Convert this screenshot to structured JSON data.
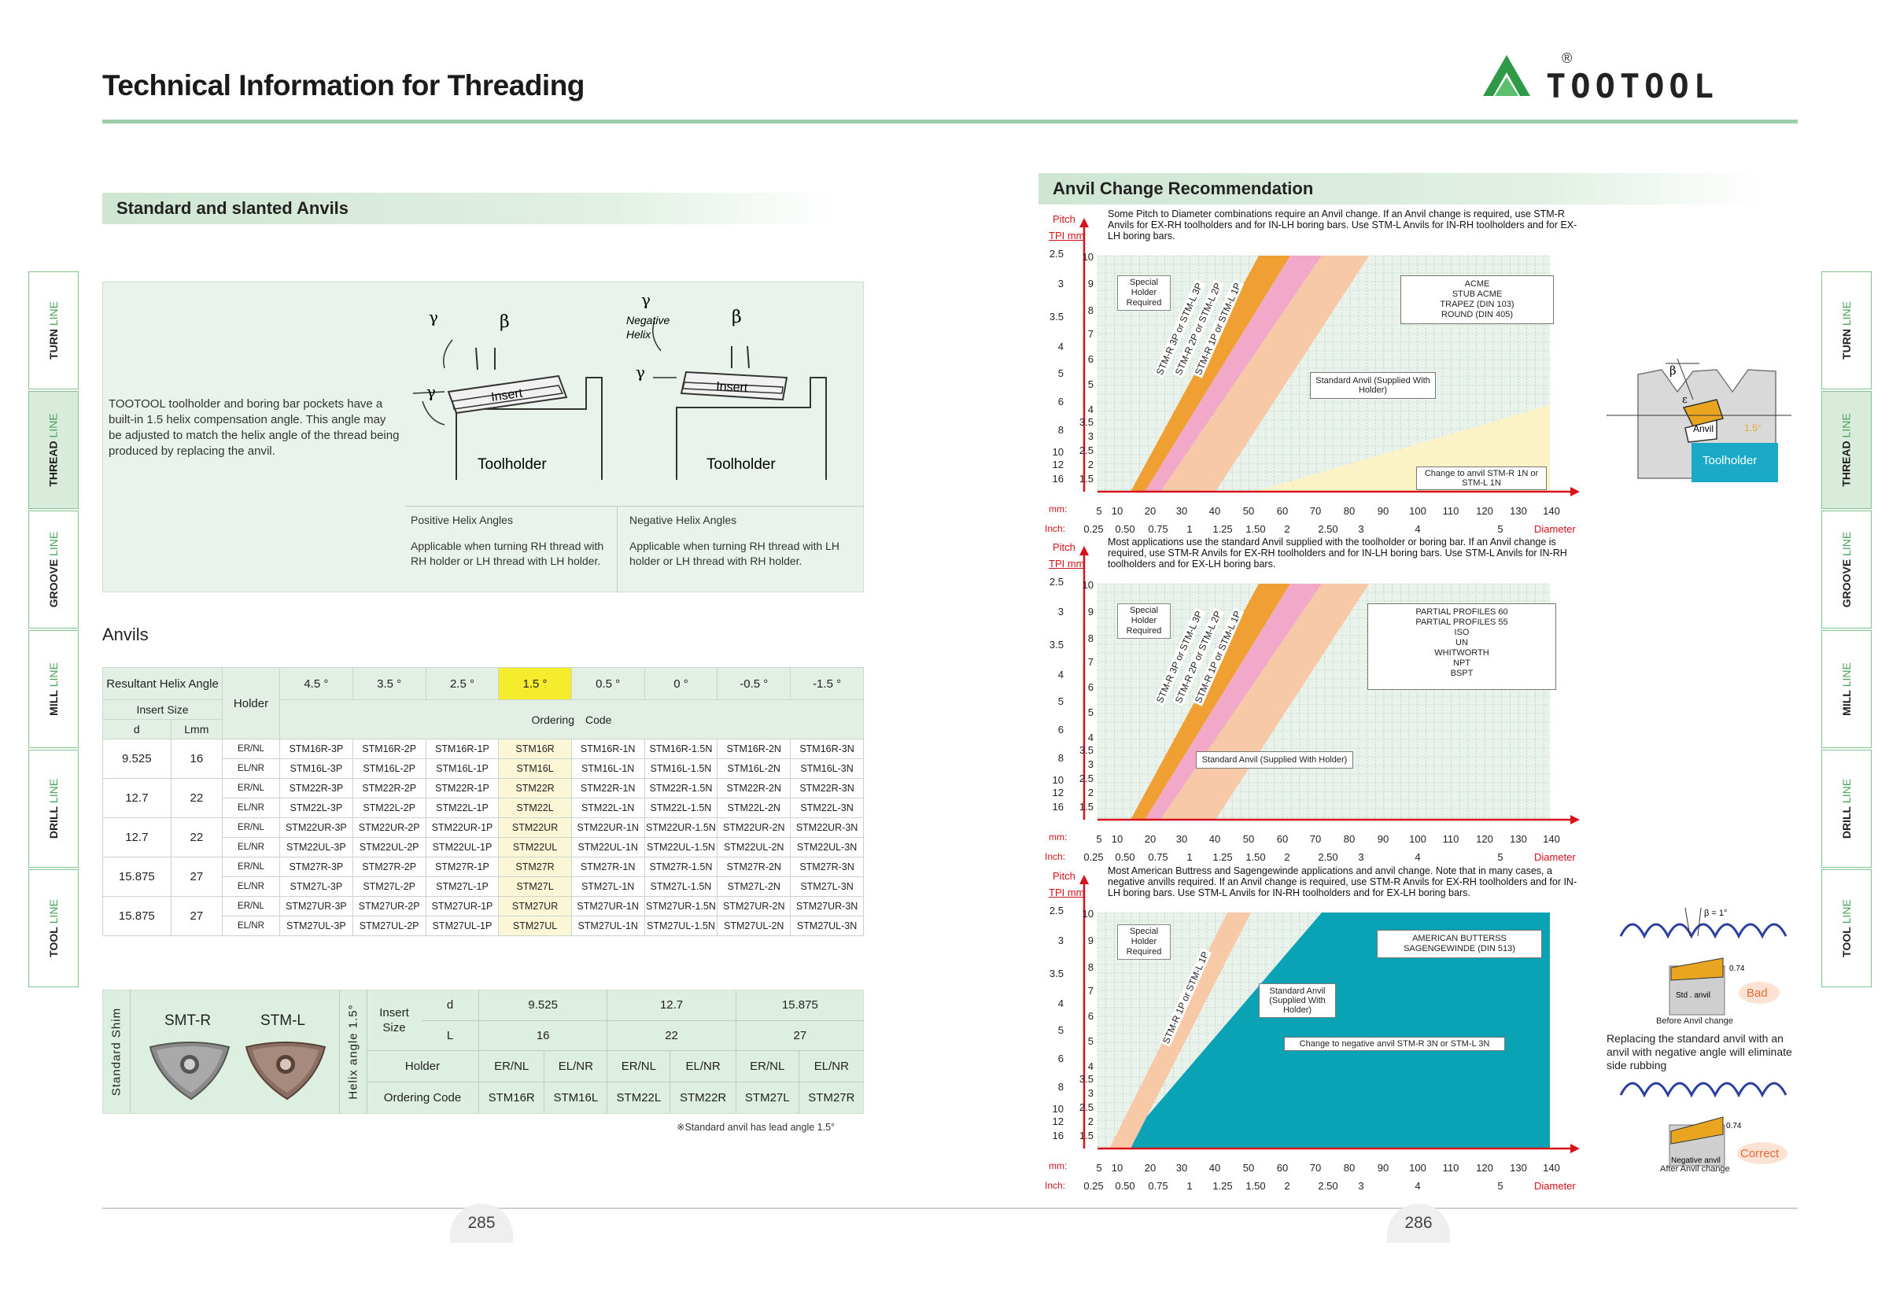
{
  "page": {
    "title": "Technical Information for Threading",
    "brand": "TOOTOOL",
    "registered": "®",
    "page_left": "285",
    "page_right": "286"
  },
  "colors": {
    "accent_green": "#4aa05c",
    "light_green": "#dcefe0",
    "teal": "#0aa2b5",
    "orange": "#f0a032",
    "pink": "#f2a9c9",
    "peach": "#f8c9a6",
    "red": "#d6121b"
  },
  "side_tabs": [
    {
      "name": "TURN",
      "suffix": "LINE",
      "active": false
    },
    {
      "name": "THREAD",
      "suffix": "LINE",
      "active": true
    },
    {
      "name": "GROOVE",
      "suffix": "LINE",
      "active": false
    },
    {
      "name": "MILL",
      "suffix": "LINE",
      "active": false
    },
    {
      "name": "DRILL",
      "suffix": "LINE",
      "active": false
    },
    {
      "name": "TOOL",
      "suffix": "LINE",
      "active": false
    }
  ],
  "left": {
    "section_title": "Standard and slanted Anvils",
    "intro": "TOOTOOL toolholder and boring bar pockets have a built-in 1.5 helix compensation angle. This angle may be adjusted to match the helix angle of the thread being produced by replacing the anvil.",
    "diagram": {
      "gamma": "γ",
      "beta": "β",
      "insert": "Insert",
      "toolholder": "Toolholder",
      "negative_helix_line1": "Negative",
      "negative_helix_line2": "Helix"
    },
    "positive": {
      "title": "Positive Helix Angles",
      "text": "Applicable when turning RH thread with RH holder or LH thread with LH holder."
    },
    "negative": {
      "title": "Negative Helix Angles",
      "text": "Applicable when turning RH thread with LH holder or LH thread with RH holder."
    },
    "anvils_title": "Anvils",
    "anvil_table": {
      "resultant": "Resultant Helix Angle",
      "insert_size": "Insert Size",
      "d": "d",
      "lmm": "Lmm",
      "holder": "Holder",
      "ordering_code": "Ordering　Code",
      "angles": [
        "4.5 °",
        "3.5 °",
        "2.5 °",
        "1.5 °",
        "0.5 °",
        "0 °",
        "-0.5 °",
        "-1.5 °"
      ],
      "groups": [
        {
          "d": "9.525",
          "l": "16",
          "rows": [
            {
              "holder": "ER/NL",
              "codes": [
                "STM16R-3P",
                "STM16R-2P",
                "STM16R-1P",
                "STM16R",
                "STM16R-1N",
                "STM16R-1.5N",
                "STM16R-2N",
                "STM16R-3N"
              ]
            },
            {
              "holder": "EL/NR",
              "codes": [
                "STM16L-3P",
                "STM16L-2P",
                "STM16L-1P",
                "STM16L",
                "STM16L-1N",
                "STM16L-1.5N",
                "STM16L-2N",
                "STM16L-3N"
              ]
            }
          ]
        },
        {
          "d": "12.7",
          "l": "22",
          "rows": [
            {
              "holder": "ER/NL",
              "codes": [
                "STM22R-3P",
                "STM22R-2P",
                "STM22R-1P",
                "STM22R",
                "STM22R-1N",
                "STM22R-1.5N",
                "STM22R-2N",
                "STM22R-3N"
              ]
            },
            {
              "holder": "EL/NR",
              "codes": [
                "STM22L-3P",
                "STM22L-2P",
                "STM22L-1P",
                "STM22L",
                "STM22L-1N",
                "STM22L-1.5N",
                "STM22L-2N",
                "STM22L-3N"
              ]
            }
          ]
        },
        {
          "d": "12.7",
          "l": "22",
          "rows": [
            {
              "holder": "ER/NL",
              "codes": [
                "STM22UR-3P",
                "STM22UR-2P",
                "STM22UR-1P",
                "STM22UR",
                "STM22UR-1N",
                "STM22UR-1.5N",
                "STM22UR-2N",
                "STM22UR-3N"
              ]
            },
            {
              "holder": "EL/NR",
              "codes": [
                "STM22UL-3P",
                "STM22UL-2P",
                "STM22UL-1P",
                "STM22UL",
                "STM22UL-1N",
                "STM22UL-1.5N",
                "STM22UL-2N",
                "STM22UL-3N"
              ]
            }
          ]
        },
        {
          "d": "15.875",
          "l": "27",
          "rows": [
            {
              "holder": "ER/NL",
              "codes": [
                "STM27R-3P",
                "STM27R-2P",
                "STM27R-1P",
                "STM27R",
                "STM27R-1N",
                "STM27R-1.5N",
                "STM27R-2N",
                "STM27R-3N"
              ]
            },
            {
              "holder": "EL/NR",
              "codes": [
                "STM27L-3P",
                "STM27L-2P",
                "STM27L-1P",
                "STM27L",
                "STM27L-1N",
                "STM27L-1.5N",
                "STM27L-2N",
                "STM27L-3N"
              ]
            }
          ]
        },
        {
          "d": "15.875",
          "l": "27",
          "rows": [
            {
              "holder": "ER/NL",
              "codes": [
                "STM27UR-3P",
                "STM27UR-2P",
                "STM27UR-1P",
                "STM27UR",
                "STM27UR-1N",
                "STM27UR-1.5N",
                "STM27UR-2N",
                "STM27UR-3N"
              ]
            },
            {
              "holder": "EL/NR",
              "codes": [
                "STM27UL-3P",
                "STM27UL-2P",
                "STM27UL-1P",
                "STM27UL",
                "STM27UL-1N",
                "STM27UL-1.5N",
                "STM27UL-2N",
                "STM27UL-3N"
              ]
            }
          ]
        }
      ]
    },
    "shim": {
      "side_label": "Standard Shim",
      "smt": "SMT-R",
      "stm": "STM-L",
      "helix_label": "Helix angle 1.5°",
      "insert_size": "Insert Size",
      "d": "d",
      "l": "L",
      "holder": "Holder",
      "ordering_code": "Ordering Code",
      "d_values": [
        "9.525",
        "12.7",
        "15.875"
      ],
      "l_values": [
        "16",
        "22",
        "27"
      ],
      "holders": [
        "ER/NL",
        "EL/NR",
        "ER/NL",
        "EL/NR",
        "ER/NL",
        "EL/NR"
      ],
      "codes": [
        "STM16R",
        "STM16L",
        "STM22L",
        "STM22R",
        "STM27L",
        "STM27R"
      ]
    },
    "note": "※Standard anvil has lead angle 1.5°"
  },
  "right": {
    "section_title": "Anvil Change Recommendation",
    "axis": {
      "pitch": "Pitch",
      "tpi_mm": "TPI mm",
      "mm": "mm:",
      "inch": "Inch:",
      "diameter": "Diameter",
      "tpi_ticks": [
        "2.5",
        "3",
        "3.5",
        "4",
        "5",
        "6",
        "8",
        "10",
        "12",
        "16"
      ],
      "mm_ticks": [
        "10",
        "9",
        "8",
        "7",
        "6",
        "5",
        "4",
        "3.5",
        "3",
        "2.5",
        "2",
        "1.5"
      ],
      "x_mm": [
        "5",
        "10",
        "20",
        "30",
        "40",
        "50",
        "60",
        "70",
        "80",
        "90",
        "100",
        "110",
        "120",
        "130",
        "140"
      ],
      "x_inch": [
        "0.25",
        "0.50",
        "0.75",
        "1",
        "1.25",
        "1.50",
        "2",
        "2.50",
        "3",
        "4",
        "5"
      ]
    },
    "charts": [
      {
        "note": "Some Pitch to Diameter combinations require an Anvil change. If an Anvil change is required, use STM-R Anvils for EX-RH toolholders and for IN-LH boring bars. Use STM-L Anvils for IN-RH toolholders and for EX-LH boring bars.",
        "special": "Special Holder Required",
        "bands": [
          "STM-R 3P or STM-L 3P",
          "STM-R 2P or STM-L 2P",
          "STM-R 1P or STM-L 1P"
        ],
        "standard": "Standard Anvil (Supplied With Holder)",
        "profiles": "ACME\nSTUB ACME\nTRAPEZ (DIN 103)\nROUND (DIN 405)",
        "change": "Change to anvil STM-R 1N or STM-L 1N"
      },
      {
        "note": "Most applications use the standard Anvil supplied with the toolholder or boring bar. If an Anvil change is required, use STM-R Anvils for EX-RH toolholders and for IN-LH boring bars. Use STM-L Anvils for IN-RH toolholders and for EX-LH boring bars.",
        "special": "Special Holder Required",
        "bands": [
          "STM-R 3P or STM-L 3P",
          "STM-R 2P or STM-L 2P",
          "STM-R 1P or STM-L 1P"
        ],
        "standard": "Standard Anvil (Supplied With Holder)",
        "profiles": "PARTIAL PROFILES 60\nPARTIAL PROFILES 55\nISO\nUN\nWHITWORTH\nNPT\nBSPT"
      },
      {
        "note": "Most American Buttress and Sagengewinde applications and anvil change. Note that in many cases, a negative anvills required. If an Anvil change is required, use STM-R Anvils for EX-RH toolholders and for IN-LH boring bars. Use STM-L Anvils for IN-RH toolholders and for EX-LH boring bars.",
        "special": "Special Holder Required",
        "bands": [
          "STM-R 1P or STM-L 1P"
        ],
        "standard": "Standard Anvil (Supplied With Holder)",
        "profiles": "AMERICAN BUTTERSS\nSAGENGEWINDE (DIN 513)",
        "change": "Change to negative anvil STM-R 3N or STM-L 3N"
      }
    ],
    "side_diagram": {
      "beta": "β",
      "epsilon": "ε",
      "anvil": "Anvil",
      "angle": "1.5°",
      "toolholder": "Toolholder"
    },
    "compare": {
      "beta_label": "β = 1°",
      "before_value": "0.74",
      "std_anvil": "Std . anvil",
      "bad": "Bad",
      "before_caption": "Before Anvil change",
      "explain": "Replacing the standard anvil with an anvil with negative angle will eliminate side rubbing",
      "after_value": "0.74",
      "negative_anvil": "Negative anvil",
      "correct": "Correct",
      "after_caption": "After  Anvil change"
    }
  }
}
